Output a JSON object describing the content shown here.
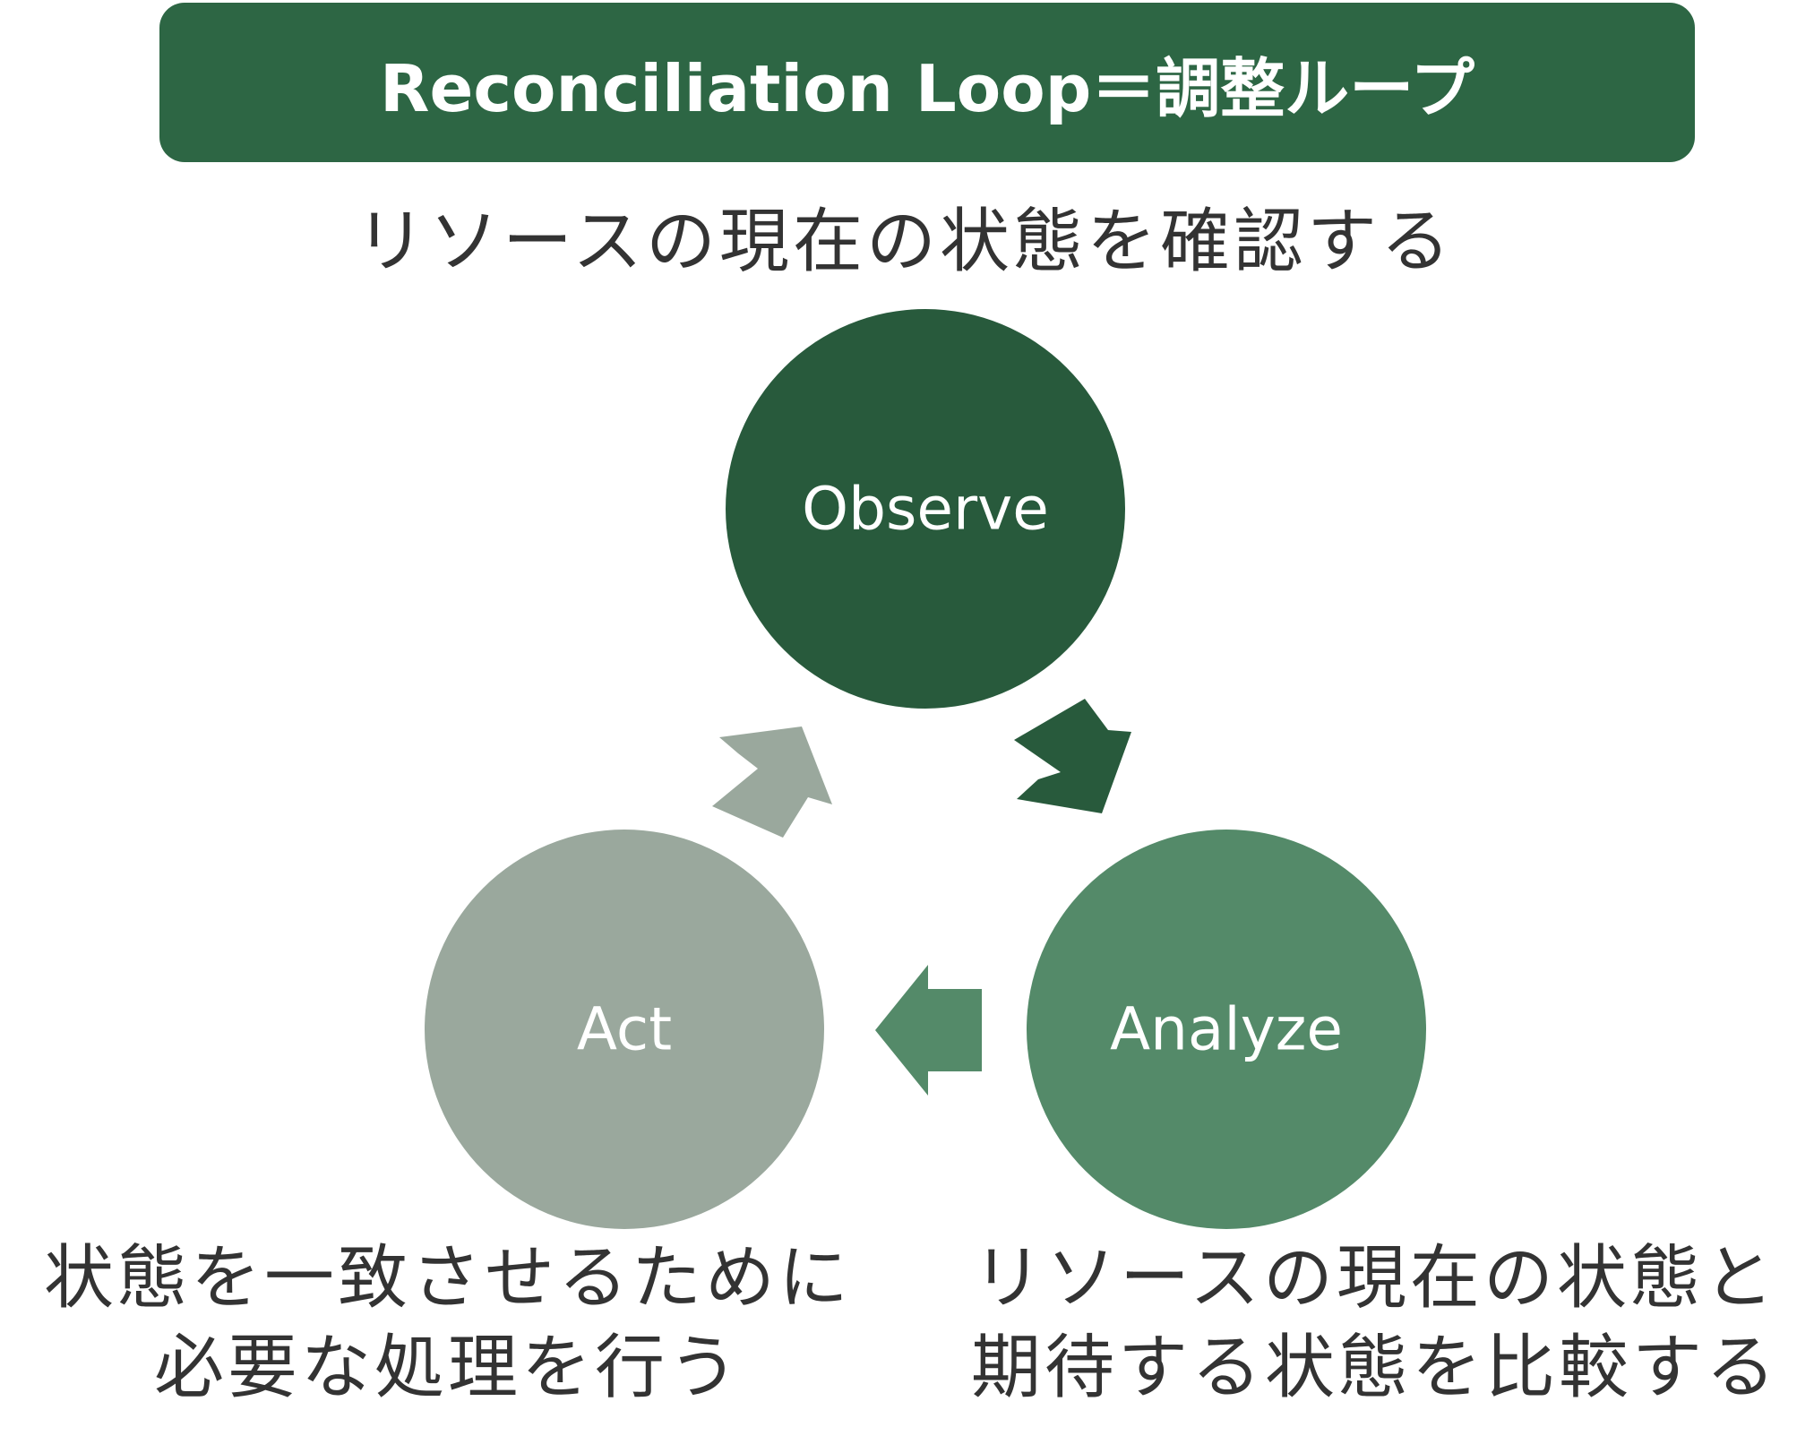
{
  "title": "Reconciliation Loop＝調整ループ",
  "nodes": {
    "observe": {
      "label": "Observe",
      "color": "#285a3c"
    },
    "analyze": {
      "label": "Analyze",
      "color": "#548a69"
    },
    "act": {
      "label": "Act",
      "color": "#9aa89d"
    }
  },
  "captions": {
    "observe": [
      "リソースの現在の状態を確認する"
    ],
    "analyze": [
      "リソースの現在の状態と",
      "期待する状態を比較する"
    ],
    "act": [
      "状態を一致させるために",
      "必要な処理を行う"
    ]
  },
  "colors": {
    "banner": "#2d6644",
    "text": "#333333"
  }
}
